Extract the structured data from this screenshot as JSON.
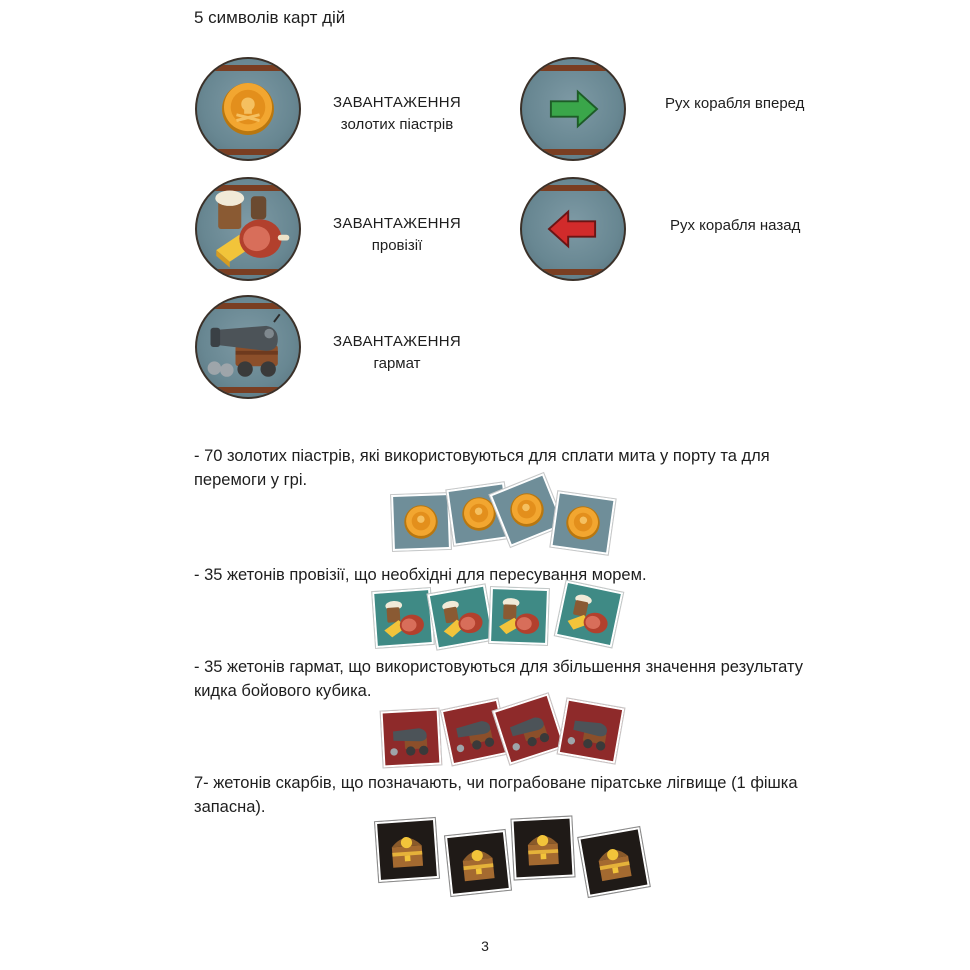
{
  "heading": "5 символів карт дій",
  "symbols": [
    {
      "icon": "gold-coin-icon",
      "line1": "ЗАВАНТАЖЕННЯ",
      "line2": "золотих піастрів"
    },
    {
      "icon": "provisions-icon",
      "line1": "ЗАВАНТАЖЕННЯ",
      "line2": "провізії"
    },
    {
      "icon": "cannon-icon",
      "line1": "ЗАВАНТАЖЕННЯ",
      "line2": "гармат"
    },
    {
      "icon": "arrow-forward-icon",
      "label": "Рух корабля вперед"
    },
    {
      "icon": "arrow-back-icon",
      "label": "Рух корабля назад"
    }
  ],
  "components": [
    {
      "text": "- 70 золотих піастрів, які використовуються для сплати мита у порту та для перемоги у грі.",
      "tile": "gold-coin-token-icon"
    },
    {
      "text": "- 35 жетонів провізії, що необхідні для пересування морем.",
      "tile": "provisions-token-icon"
    },
    {
      "text": "- 35 жетонів гармат, що використовуються для збільшення значення результату кидка бойового кубика.",
      "tile": "cannon-token-icon"
    },
    {
      "text": "7-  жетонів скарбів, що позначають, чи пограбоване піратське лігвище (1 фішка запасна).",
      "tile": "treasure-chest-token-icon"
    }
  ],
  "colors": {
    "coin_bg": "#6f8e99",
    "food_bg": "#3f8a85",
    "gun_bg": "#8e2a2a",
    "chest_bg": "#1f1a17",
    "arrow_forward": "#3aa64a",
    "arrow_back": "#d12b2b"
  },
  "page_number": "3"
}
